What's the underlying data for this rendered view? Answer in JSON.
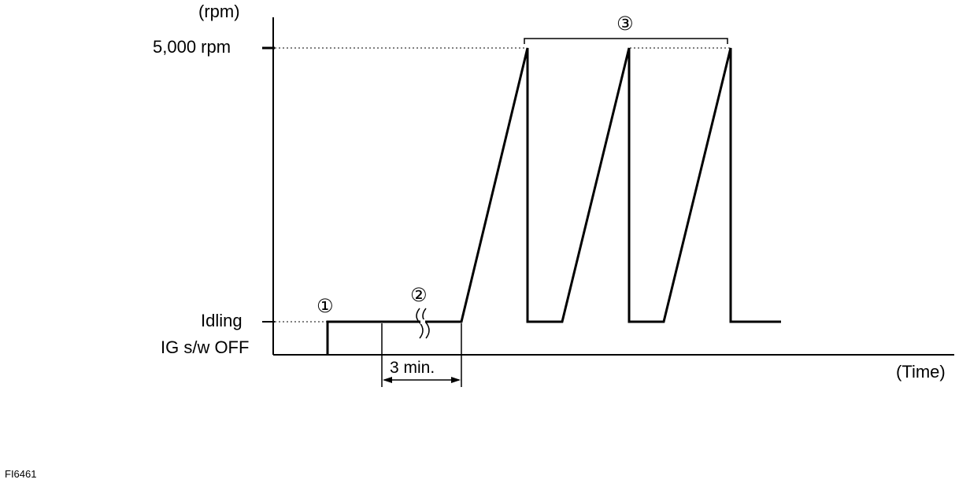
{
  "diagram": {
    "y_unit": "(rpm)",
    "x_unit": "(Time)",
    "levels": {
      "high": "5,000 rpm",
      "idle": "Idling",
      "off": "IG s/w OFF"
    },
    "steps": [
      "①",
      "②",
      "③"
    ],
    "duration_label": "3 min.",
    "figure_code": "FI6461"
  }
}
